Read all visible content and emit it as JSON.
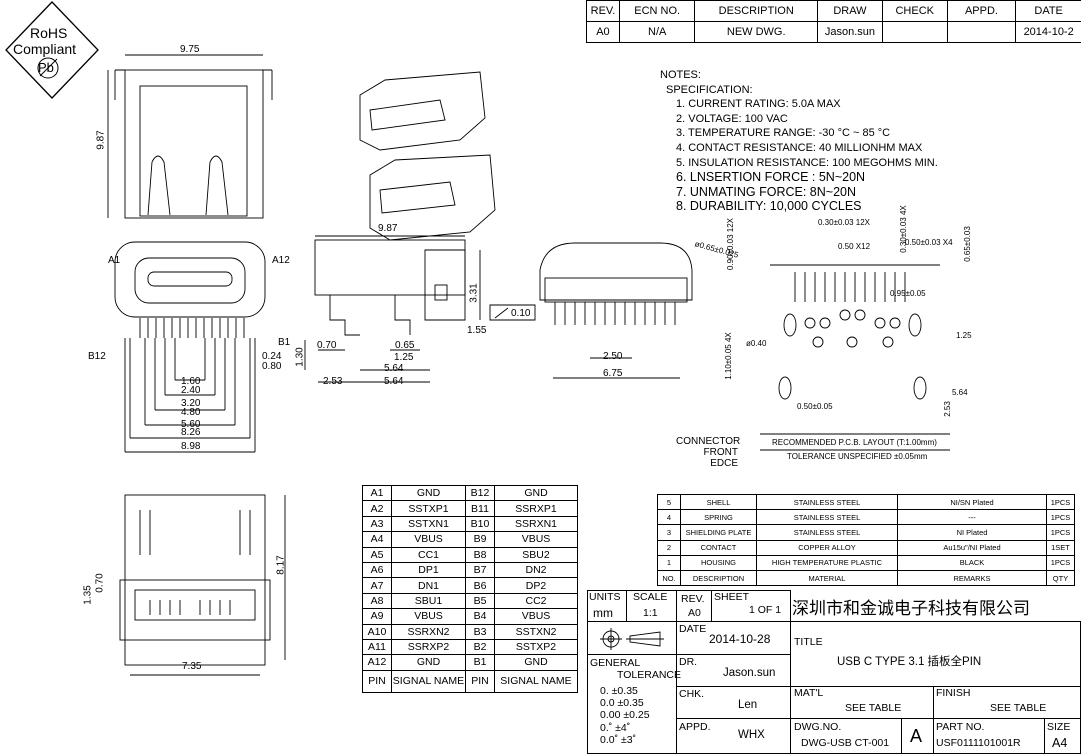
{
  "stamp": {
    "line1": "RoHS",
    "line2": "Compliant",
    "symbol": "Pb"
  },
  "revision_table": {
    "headers": [
      "REV.",
      "ECN NO.",
      "DESCRIPTION",
      "DRAW",
      "CHECK",
      "APPD.",
      "DATE"
    ],
    "row": [
      "A0",
      "N/A",
      "NEW DWG.",
      "Jason.sun",
      "",
      "",
      "2014-10-2"
    ]
  },
  "notes": {
    "title": "NOTES:",
    "subtitle": "SPECIFICATION:",
    "items": [
      "1. CURRENT RATING: 5.0A MAX",
      "2. VOLTAGE: 100 VAC",
      "3. TEMPERATURE RANGE: -30 °C ~ 85 °C",
      "4. CONTACT RESISTANCE: 40 MILLIONHM MAX",
      "5. INSULATION RESISTANCE: 100 MEGOHMS MIN.",
      "6.  LNSERTION  FORCE  :  5N~20N",
      "7.  UNMATING  FORCE:  8N~20N",
      "8.  DURABILITY:    10,000  CYCLES"
    ]
  },
  "dims": {
    "top_w": "9.75",
    "top_h": "9.87",
    "front_a1": "A1",
    "front_a12": "A12",
    "front_b12": "B12",
    "front_b1": "B1",
    "f_024": "0.24",
    "f_080": "0.80",
    "f_160": "1.60",
    "f_240": "2.40",
    "f_320": "3.20",
    "f_480": "4.80",
    "f_560": "5.60",
    "f_826": "8.26",
    "f_898": "8.98",
    "side_w": "9.87",
    "side_331": "3.31",
    "side_010": "0.10",
    "side_155": "1.55",
    "side_130": "1.30",
    "side_070": "0.70",
    "side_065": "0.65",
    "side_125": "1.25",
    "side_564a": "5.64",
    "side_253": "2.53",
    "side_564b": "5.64",
    "rear_250": "2.50",
    "rear_675": "6.75",
    "bot_817": "8.17",
    "bot_135": "1.35",
    "bot_070": "0.70",
    "bot_735": "7.35"
  },
  "pcb": {
    "d_030_12x": "0.30±0.03 12X",
    "d_090_12x": "0.90±0.03 12X",
    "d_030_4x": "0.30±0.03 4X",
    "d_065": "0.65±0.03",
    "d_050_4x": "0.50±0.03 X4",
    "d_065_025": "ø0.65±0.025",
    "d_050_x12": "0.50 X12",
    "d_095": "0.95±0.05",
    "d_110": "1.10±0.05 4X",
    "d_040": "ø0.40",
    "d_125": "1.25",
    "d_050b": "0.50±0.05",
    "d_564": "5.64",
    "d_253": "2.53",
    "connector_edge": "CONNECTOR FRONT EDCE",
    "recommended": "RECOMMENDED  P.C.B. LAYOUT (T:1.00mm)",
    "tolerance": "TOLERANCE UNSPECIFIED ±0.05mm"
  },
  "pin_table": {
    "rows": [
      [
        "A1",
        "GND",
        "B12",
        "GND"
      ],
      [
        "A2",
        "SSTXP1",
        "B11",
        "SSRXP1"
      ],
      [
        "A3",
        "SSTXN1",
        "B10",
        "SSRXN1"
      ],
      [
        "A4",
        "VBUS",
        "B9",
        "VBUS"
      ],
      [
        "A5",
        "CC1",
        "B8",
        "SBU2"
      ],
      [
        "A6",
        "DP1",
        "B7",
        "DN2"
      ],
      [
        "A7",
        "DN1",
        "B6",
        "DP2"
      ],
      [
        "A8",
        "SBU1",
        "B5",
        "CC2"
      ],
      [
        "A9",
        "VBUS",
        "B4",
        "VBUS"
      ],
      [
        "A10",
        "SSRXN2",
        "B3",
        "SSTXN2"
      ],
      [
        "A11",
        "SSRXP2",
        "B2",
        "SSTXP2"
      ],
      [
        "A12",
        "GND",
        "B1",
        "GND"
      ]
    ],
    "footer": [
      "PIN",
      "SIGNAL NAME",
      "PIN",
      "SIGNAL NAME"
    ]
  },
  "bom_table": {
    "rows": [
      [
        "5",
        "SHELL",
        "STAINLESS STEEL",
        "NI/SN   Plated",
        "1PCS"
      ],
      [
        "4",
        "SPRING",
        "STAINLESS STEEL",
        "---",
        "1PCS"
      ],
      [
        "3",
        "SHIELDING PLATE",
        "STAINLESS STEEL",
        "NI  Plated",
        "1PCS"
      ],
      [
        "2",
        "CONTACT",
        "COPPER ALLOY",
        "Au15u\"/NI Plated",
        "1SET"
      ],
      [
        "1",
        "HOUSING",
        "HIGH TEMPERATURE PLASTIC",
        "BLACK",
        "1PCS"
      ]
    ],
    "header": [
      "NO.",
      "DESCRIPTION",
      "MATERIAL",
      "REMARKS",
      "QTY"
    ]
  },
  "title_block": {
    "units_label": "UNITS",
    "units_value": "mm",
    "scale_label": "SCALE",
    "scale_value": "1:1",
    "rev_label": "REV.",
    "rev_value": "A0",
    "sheet_label": "SHEET",
    "sheet_value": "1 OF 1",
    "company": "深圳市和金诚电子科技有限公司",
    "date_label": "DATE",
    "date_value": "2014-10-28",
    "title_label": "TITLE",
    "title_value": "USB C TYPE 3.1 插板全PIN",
    "general_tol": "GENERAL",
    "tolerance": "TOLERANCE",
    "tol_lines": [
      "0.     ±0.35",
      "0.0    ±0.35",
      "0.00  ±0.25",
      "0.˚    ±4˚",
      "0.0˚  ±3˚"
    ],
    "dr_label": "DR.",
    "dr_value": "Jason.sun",
    "chk_label": "CHK.",
    "chk_value": "Len",
    "appd_label": "APPD.",
    "appd_value": "WHX",
    "matl_label": "MAT'L",
    "matl_value": "SEE TABLE",
    "finish_label": "FINISH",
    "finish_value": "SEE TABLE",
    "dwg_label": "DWG.NO.",
    "dwg_value": "DWG-USB CT-001",
    "dwg_rev": "A",
    "part_label": "PART NO.",
    "part_value": "USF0111101001R",
    "size_label": "SIZE",
    "size_value": "A4"
  }
}
